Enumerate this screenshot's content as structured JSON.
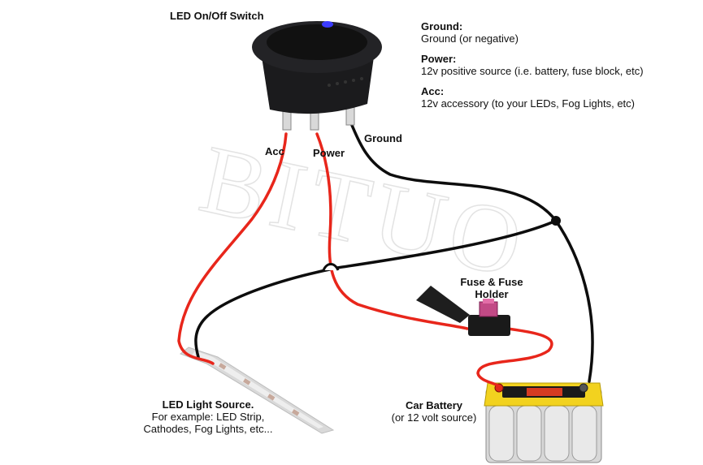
{
  "switch": {
    "title": "LED On/Off Switch"
  },
  "terminals": {
    "acc": "Acc",
    "power": "Power",
    "ground": "Ground"
  },
  "legend": [
    {
      "term": "Ground:",
      "desc": "Ground (or negative)"
    },
    {
      "term": "Power:",
      "desc": "12v positive source (i.e. battery, fuse block, etc)"
    },
    {
      "term": "Acc:",
      "desc": "12v accessory (to your LEDs, Fog Lights, etc)"
    }
  ],
  "fuse": {
    "line1": "Fuse & Fuse",
    "line2": "Holder"
  },
  "led_source": {
    "title": "LED Light Source.",
    "line1": "For example: LED Strip,",
    "line2": "Cathodes, Fog Lights, etc..."
  },
  "battery": {
    "title": "Car Battery",
    "subtitle": "(or 12 volt source)"
  },
  "watermark": "BITUO",
  "colors": {
    "red_wire": "#e8261b",
    "black_wire": "#0d0d0d",
    "battery_yellow": "#f2d21f",
    "switch_body": "#1b1b1d",
    "led_indicator": "#3b3bff"
  }
}
